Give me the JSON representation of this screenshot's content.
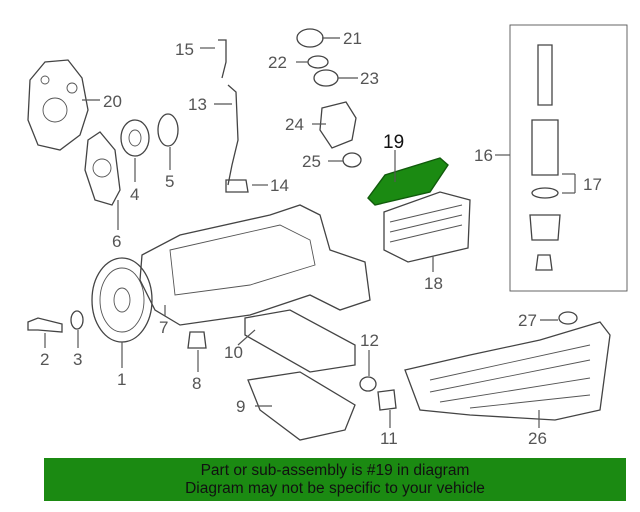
{
  "callouts": {
    "c1": "1",
    "c2": "2",
    "c3": "3",
    "c4": "4",
    "c5": "5",
    "c6": "6",
    "c7": "7",
    "c8": "8",
    "c9": "9",
    "c10": "10",
    "c11": "11",
    "c12": "12",
    "c13": "13",
    "c14": "14",
    "c15": "15",
    "c16": "16",
    "c17": "17",
    "c18": "18",
    "c19": "19",
    "c20": "20",
    "c21": "21",
    "c22": "22",
    "c23": "23",
    "c24": "24",
    "c25": "25",
    "c26": "26",
    "c27": "27"
  },
  "highlight": {
    "part_number": "19",
    "color": "#1b8a12"
  },
  "banner": {
    "line1": "Part or sub-assembly is #19 in diagram",
    "line2": "Diagram may not be specific to your vehicle",
    "color": "#1b8a12"
  }
}
